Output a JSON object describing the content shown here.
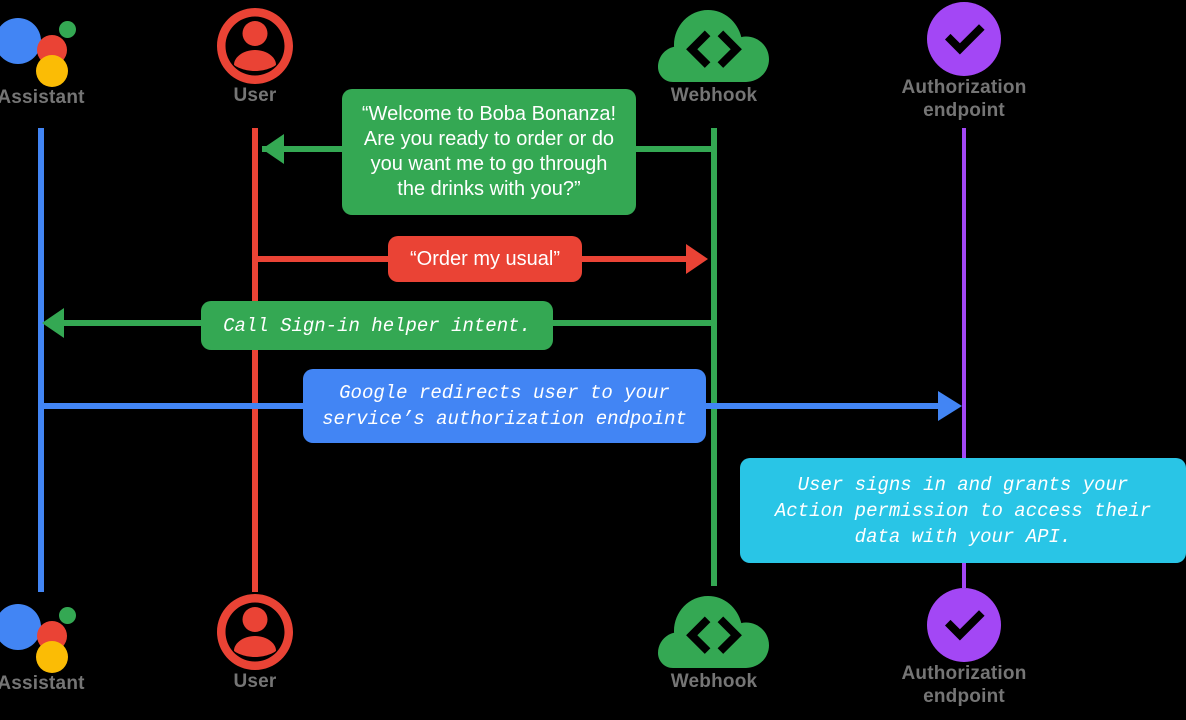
{
  "diagram": {
    "title": "Account linking sequence diagram",
    "background": "#000000",
    "actors": [
      {
        "id": "assistant",
        "label": "Assistant",
        "icon": "google-assistant-icon",
        "lifeline_color": "#4285F4"
      },
      {
        "id": "user",
        "label": "User",
        "icon": "user-avatar-icon",
        "lifeline_color": "#EA4335"
      },
      {
        "id": "webhook",
        "label": "Webhook",
        "icon": "cloud-code-icon",
        "lifeline_color": "#34A853"
      },
      {
        "id": "auth",
        "label": "Authorization\nendpoint",
        "label_line1": "Authorization",
        "label_line2": "endpoint",
        "icon": "purple-check-circle-icon",
        "lifeline_color": "#A347F5"
      }
    ],
    "messages": [
      {
        "id": "m1",
        "text": "“Welcome to Boba Bonanza! Are you ready to order or do you want me to go through the drinks with you?”",
        "lines": [
          "“Welcome to Boba Bonanza!",
          "Are you ready to order or do",
          "you want me to go through",
          "the drinks with you?”"
        ],
        "from": "webhook",
        "to": "user",
        "direction": "left",
        "color": "#34A853",
        "font": "sans"
      },
      {
        "id": "m2",
        "text": "“Order my usual”",
        "lines": [
          "“Order my usual”"
        ],
        "from": "user",
        "to": "webhook",
        "direction": "right",
        "color": "#EA4335",
        "font": "sans"
      },
      {
        "id": "m3",
        "text": "Call Sign-in helper intent.",
        "lines": [
          "Call Sign-in helper intent."
        ],
        "from": "webhook",
        "to": "assistant",
        "direction": "left",
        "color": "#34A853",
        "font": "mono"
      },
      {
        "id": "m4",
        "text": "Google redirects user to your service’s authorization endpoint",
        "lines": [
          "Google redirects user to your",
          "service’s authorization endpoint"
        ],
        "from": "assistant",
        "to": "auth",
        "direction": "right",
        "color": "#4285F4",
        "font": "mono"
      },
      {
        "id": "m5",
        "text": "User signs in and grants your Action permission to access their data with your API.",
        "lines": [
          "User signs in and grants your",
          "Action permission to access their",
          "data with your API."
        ],
        "from": "auth",
        "to": "auth",
        "direction": "none",
        "color": "#29C5E6",
        "font": "mono"
      }
    ],
    "colors": {
      "google_blue": "#4285F4",
      "google_red": "#EA4335",
      "google_green": "#34A853",
      "google_yellow": "#FBBC05",
      "purple": "#A347F5",
      "cyan": "#29C5E6",
      "label_gray": "#757575",
      "background": "#000000",
      "bubble_text": "#FFFFFF"
    }
  }
}
